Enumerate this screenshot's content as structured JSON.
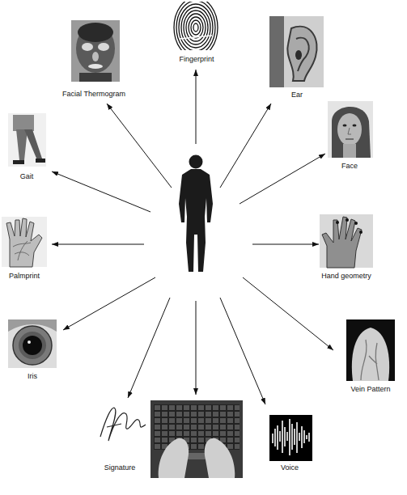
{
  "diagram": {
    "nodes": [
      {
        "text": [
          "Fingerprint"
        ]
      },
      {
        "text": [
          "Facial Thermogram"
        ]
      },
      {
        "text": [
          "Ear"
        ]
      },
      {
        "text": [
          "Face"
        ]
      },
      {
        "text": [
          "Gait"
        ]
      },
      {
        "text": [
          "Palmprint"
        ]
      },
      {
        "text": [
          "Hand geometry"
        ]
      },
      {
        "text": [
          "Iris"
        ]
      },
      {
        "text": [
          "Vein Pattern"
        ]
      },
      {
        "text": [
          "Signature"
        ]
      },
      {
        "text": [
          "Voice"
        ]
      }
    ]
  }
}
